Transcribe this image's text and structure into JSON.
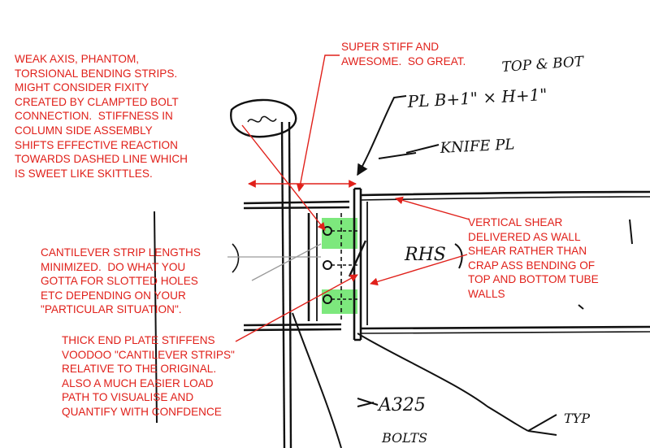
{
  "annotations": {
    "weak_axis": "WEAK AXIS, PHANTOM,\nTORSIONAL BENDING STRIPS.\nMIGHT CONSIDER FIXITY\nCREATED BY CLAMPTED BOLT\nCONNECTION.  STIFFNESS IN\nCOLUMN SIDE ASSEMBLY\nSHIFTS EFFECTIVE REACTION\nTOWARDS DASHED LINE WHICH\nIS SWEET LIKE SKITTLES.",
    "super_stiff": "SUPER STIFF AND\nAWESOME.  SO GREAT.",
    "vertical_shear": "VERTICAL SHEAR\nDELIVERED AS WALL\nSHEAR RATHER THAN\nCRAP ASS BENDING OF\nTOP AND BOTTOM TUBE\nWALLS",
    "cantilever": "CANTILEVER STRIP LENGTHS\nMINIMIZED.  DO WHAT YOU\nGOTTA FOR SLOTTED HOLES\nETC DEPENDING ON YOUR\n\"PARTICULAR SITUATION\".",
    "thick_end_plate": "THICK END PLATE STIFFENS\nVOODOO \"CANTILEVER STRIPS\"\nRELATIVE TO THE ORIGINAL.\nALSO A MUCH EASIER LOAD\nPATH TO VISUALISE AND\nQUANTIFY WITH CONFDENCE"
  },
  "handwriting": {
    "top_bot": "TOP & BOT",
    "plate_size": "PL B+1\" × H+1\"",
    "knife": "KNIFE PL",
    "rhs": "RHS",
    "a325": "A325",
    "bolts": "BOLTS",
    "typ": "TYP"
  },
  "colors": {
    "annotation_red": "#e0201a",
    "ink": "#111111",
    "highlight_green": "#52e052"
  }
}
